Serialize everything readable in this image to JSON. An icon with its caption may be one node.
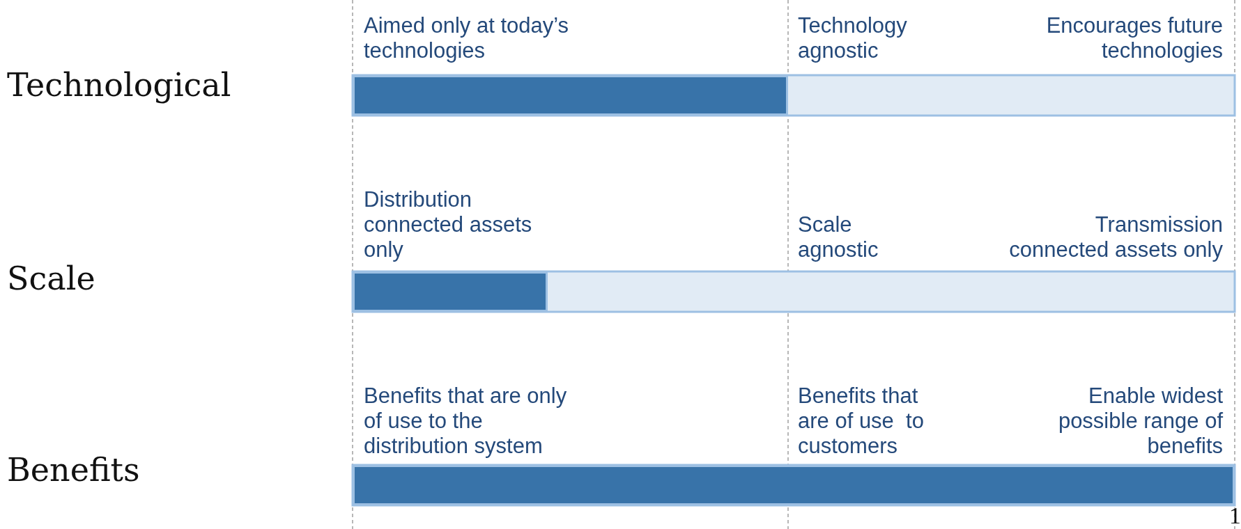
{
  "diagram": {
    "labels": [
      "Aimed only at today’s technologies",
      "Technology agnostic",
      "Encourages future technologies",
      "Technological",
      "Distribution connected assets only",
      "Scale agnostic",
      "Transmission connected assets only",
      "Scale",
      "Benefits that are only of use to the distribution system",
      "Benefits that are of use  to customers",
      "Enable widest possible range of benefits",
      "Benefits",
      "1"
    ]
  }
}
